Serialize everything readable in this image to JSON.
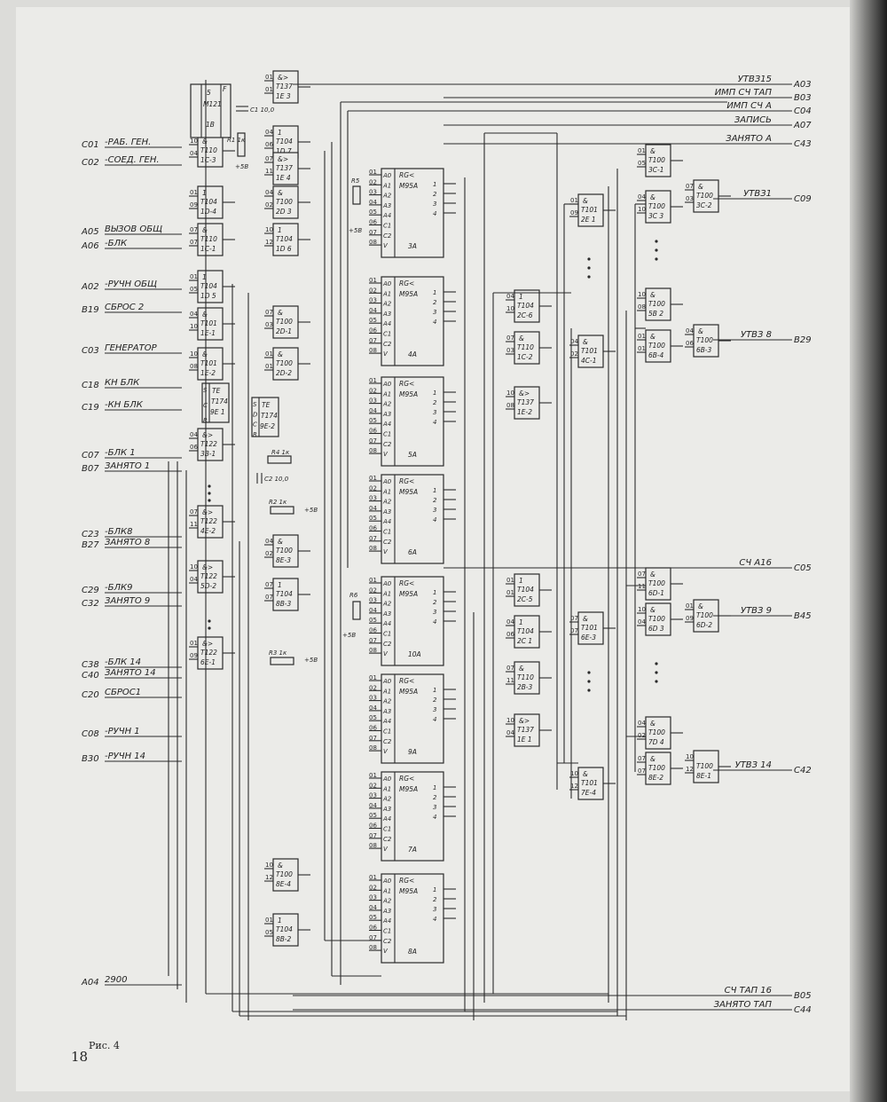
{
  "figure": {
    "page_number": "18",
    "caption": "Рис. 4"
  },
  "left_signals": [
    {
      "pin": "C01",
      "label": "-РАБ. ГЕН."
    },
    {
      "pin": "C02",
      "label": "-СОЕД. ГЕН."
    },
    {
      "pin": "A05",
      "label": "ВЫЗОВ ОБЩ"
    },
    {
      "pin": "A06",
      "label": "-БЛК"
    },
    {
      "pin": "A02",
      "label": "-РУЧН ОБЩ"
    },
    {
      "pin": "B19",
      "label": "СБРОС 2"
    },
    {
      "pin": "C03",
      "label": "ГЕНЕРАТОР"
    },
    {
      "pin": "C18",
      "label": "КН БЛК"
    },
    {
      "pin": "C19",
      "label": "-КН БЛК"
    },
    {
      "pin": "C07",
      "label": "-БЛК 1"
    },
    {
      "pin": "B07",
      "label": "ЗАНЯТО 1"
    },
    {
      "pin": "C23",
      "label": "-БЛК8"
    },
    {
      "pin": "B27",
      "label": "ЗАНЯТО 8"
    },
    {
      "pin": "C29",
      "label": "-БЛК9"
    },
    {
      "pin": "C32",
      "label": "ЗАНЯТО 9"
    },
    {
      "pin": "C38",
      "label": "-БЛК 14"
    },
    {
      "pin": "C40",
      "label": "ЗАНЯТО 14"
    },
    {
      "pin": "C20",
      "label": "СБРОС1"
    },
    {
      "pin": "C08",
      "label": "-РУЧН 1"
    },
    {
      "pin": "B30",
      "label": "-РУЧН 14"
    },
    {
      "pin": "A04",
      "label": "2900"
    }
  ],
  "right_signals": [
    {
      "pin": "A03",
      "label": "УТВЗ15"
    },
    {
      "pin": "B03",
      "label": "ИМП СЧ ТАП"
    },
    {
      "pin": "C04",
      "label": "ИМП СЧ А"
    },
    {
      "pin": "A07",
      "label": "ЗАПИСЬ"
    },
    {
      "pin": "C43",
      "label": "ЗАНЯТО А"
    },
    {
      "pin": "C09",
      "label": "УТВЗ1"
    },
    {
      "pin": "B29",
      "label": "УТВЗ 8"
    },
    {
      "pin": "C05",
      "label": "СЧ А16"
    },
    {
      "pin": "B45",
      "label": "УТВЗ 9"
    },
    {
      "pin": "C42",
      "label": "УТВЗ 14"
    },
    {
      "pin": "B05",
      "label": "СЧ ТАП 16"
    },
    {
      "pin": "C44",
      "label": "ЗАНЯТО ТАП"
    }
  ],
  "gates": [
    {
      "sym": "&>",
      "type": "T137",
      "ref": "1E 3"
    },
    {
      "sym": "1",
      "type": "T104",
      "ref": "1D 7"
    },
    {
      "sym": "&>",
      "type": "T137",
      "ref": "1E 4"
    },
    {
      "sym": "&",
      "type": "T110",
      "ref": "1C-3"
    },
    {
      "sym": "1",
      "type": "T104",
      "ref": "1D-4"
    },
    {
      "sym": "&",
      "type": "T100",
      "ref": "2D 3"
    },
    {
      "sym": "&",
      "type": "T110",
      "ref": "1C-1"
    },
    {
      "sym": "1",
      "type": "T104",
      "ref": "1D 6"
    },
    {
      "sym": "1",
      "type": "T104",
      "ref": "1D 5"
    },
    {
      "sym": "&",
      "type": "T101",
      "ref": "1E-1"
    },
    {
      "sym": "&",
      "type": "T100",
      "ref": "2D-1"
    },
    {
      "sym": "&",
      "type": "T101",
      "ref": "1E-2"
    },
    {
      "sym": "&",
      "type": "T100",
      "ref": "2D-2"
    },
    {
      "sym": "&>",
      "type": "T122",
      "ref": "3B-1"
    },
    {
      "sym": "&>",
      "type": "T122",
      "ref": "4E-2"
    },
    {
      "sym": "&>",
      "type": "T122",
      "ref": "5D-2"
    },
    {
      "sym": "&>",
      "type": "T122",
      "ref": "6E-1"
    },
    {
      "sym": "&",
      "type": "T100",
      "ref": "8E-3"
    },
    {
      "sym": "1",
      "type": "T104",
      "ref": "8B-3"
    },
    {
      "sym": "&",
      "type": "T100",
      "ref": "8E-4"
    },
    {
      "sym": "1",
      "type": "T104",
      "ref": "8B-2"
    },
    {
      "sym": "1",
      "type": "T104",
      "ref": "2C-6"
    },
    {
      "sym": "&",
      "type": "T110",
      "ref": "1C-2"
    },
    {
      "sym": "&>",
      "type": "T137",
      "ref": "1E-2"
    },
    {
      "sym": "1",
      "type": "T104",
      "ref": "2C-5"
    },
    {
      "sym": "1",
      "type": "T104",
      "ref": "2C 1"
    },
    {
      "sym": "&",
      "type": "T110",
      "ref": "2B-3"
    },
    {
      "sym": "&>",
      "type": "T137",
      "ref": "1E 1"
    },
    {
      "sym": "&",
      "type": "T101",
      "ref": "2E 1"
    },
    {
      "sym": "&",
      "type": "T101",
      "ref": "4C-1"
    },
    {
      "sym": "&",
      "type": "T101",
      "ref": "6E-3"
    },
    {
      "sym": "&",
      "type": "T101",
      "ref": "7E-4"
    },
    {
      "sym": "&",
      "type": "T100",
      "ref": "3C-1"
    },
    {
      "sym": "&",
      "type": "T100",
      "ref": "3C 3"
    },
    {
      "sym": "&",
      "type": "T100",
      "ref": "3C-2"
    },
    {
      "sym": "&",
      "type": "T100",
      "ref": "5B 2"
    },
    {
      "sym": "&",
      "type": "T100",
      "ref": "6B-4"
    },
    {
      "sym": "&",
      "type": "T100",
      "ref": "6B-3"
    },
    {
      "sym": "&",
      "type": "T100",
      "ref": "6D-1"
    },
    {
      "sym": "&",
      "type": "T100",
      "ref": "6D 3"
    },
    {
      "sym": "&",
      "type": "T100",
      "ref": "6D-2"
    },
    {
      "sym": "&",
      "type": "T100",
      "ref": "7D 4"
    },
    {
      "sym": "&",
      "type": "T100",
      "ref": "8E-2"
    },
    {
      "sym": "",
      "type": "T100",
      "ref": "8E-1"
    }
  ],
  "registers": [
    {
      "head": "RG<",
      "type": "M95A",
      "ref": "3A"
    },
    {
      "head": "RG<",
      "type": "M95A",
      "ref": "4A"
    },
    {
      "head": "RG<",
      "type": "M95A",
      "ref": "5A"
    },
    {
      "head": "RG<",
      "type": "M95A",
      "ref": "6A"
    },
    {
      "head": "RG<",
      "type": "M95A",
      "ref": "10A"
    },
    {
      "head": "RG<",
      "type": "M95A",
      "ref": "9A"
    },
    {
      "head": "RG<",
      "type": "M95A",
      "ref": "7A"
    },
    {
      "head": "RG<",
      "type": "M95A",
      "ref": "8A"
    }
  ],
  "register_pins": {
    "inputs": [
      "A0",
      "A1",
      "A2",
      "A3",
      "A4",
      "C1",
      "C2",
      "V"
    ],
    "outputs": [
      "1",
      "2",
      "3",
      "4"
    ]
  },
  "triggers": [
    {
      "sym": "TE",
      "type": "T174",
      "ref": "9E 1",
      "pins": [
        "S",
        "C",
        "R"
      ]
    },
    {
      "sym": "TE",
      "type": "T174",
      "ref": "9E-2",
      "pins": [
        "S",
        "D",
        "C",
        "R"
      ]
    }
  ],
  "timer": {
    "num": "5",
    "type": "M121",
    "ref": "1B",
    "pin_f": "F"
  },
  "passives": {
    "r1": "R1 1к",
    "r2": "R2 1к",
    "r3": "R3 1к",
    "r4": "R4 1к",
    "r5": "R5",
    "r6": "R6",
    "c1": "C1 10,0",
    "c2": "C2 10,0",
    "v5": "+5B"
  }
}
